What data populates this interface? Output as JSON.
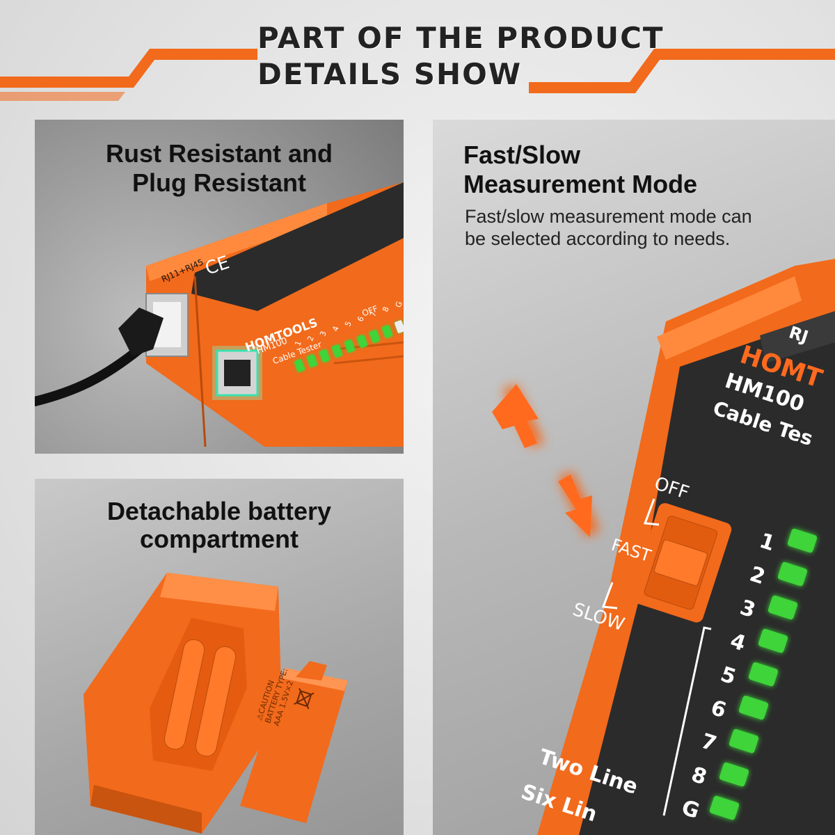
{
  "header": {
    "title_line1": "PART OF THE PRODUCT",
    "title_line2": "DETAILS SHOW"
  },
  "colors": {
    "accent": "#f26a1b",
    "led_green": "#3ed43a",
    "device_dark": "#2b2b2b"
  },
  "panel_rust": {
    "heading_line1": "Rust Resistant and",
    "heading_line2": "Plug Resistant",
    "device": {
      "brand": "HOMTOOLS",
      "model": "HM100",
      "product": "Cable Tester",
      "port_label": "RJ11+RJ45",
      "mark": "CE",
      "switch_off": "OFF",
      "led_numbers": [
        "1",
        "2",
        "3",
        "4",
        "5",
        "6",
        "7",
        "8",
        "G"
      ]
    }
  },
  "panel_battery": {
    "heading_line1": "Detachable battery",
    "heading_line2": "compartment",
    "cover_text": [
      "⚠CAUTION",
      "BATTERY TYPE:",
      "AAA 1.5V×2"
    ]
  },
  "panel_mode": {
    "heading_line1": "Fast/Slow",
    "heading_line2": "Measurement Mode",
    "desc_line1": "Fast/slow measurement mode can",
    "desc_line2": "be selected according to needs.",
    "device": {
      "brand": "HOMT",
      "model": "HM100",
      "product": "Cable Tes",
      "port_label": "RJ",
      "switch_labels": {
        "off": "OFF",
        "fast": "FAST",
        "slow": "SLOW"
      },
      "led_numbers": [
        "1",
        "2",
        "3",
        "4",
        "5",
        "6",
        "7",
        "8",
        "G"
      ],
      "mode_labels": [
        "Two Line",
        "Six Lin"
      ]
    }
  }
}
